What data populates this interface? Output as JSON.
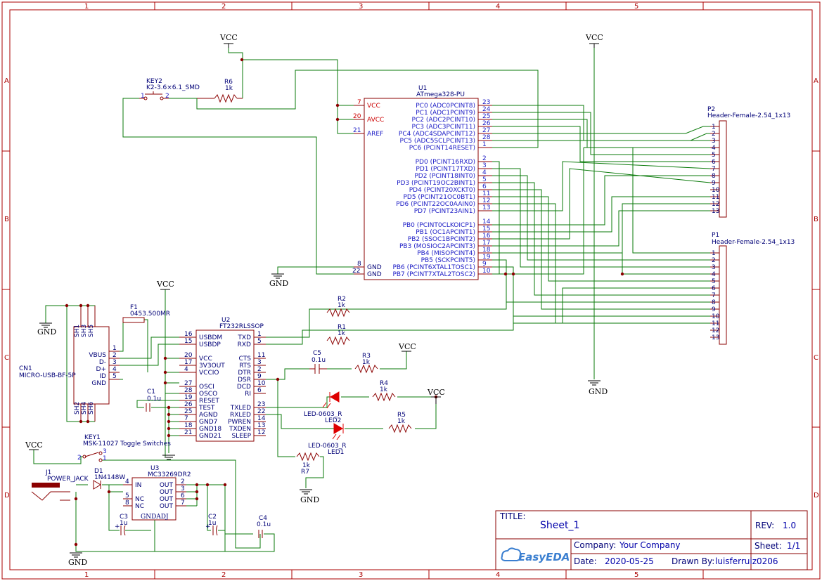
{
  "frame": {
    "columns": [
      "1",
      "2",
      "3",
      "4",
      "5"
    ],
    "rows": [
      "A",
      "B",
      "C",
      "D"
    ],
    "border_color": "#ab0000",
    "wire_color": "#0a7a0a",
    "part_color": "#8b0000",
    "pin_color": "#2121c7"
  },
  "nets": {
    "vcc": "VCC",
    "gnd": "GND"
  },
  "u1": {
    "ref": "U1",
    "value": "ATmega328-PU",
    "left_pins": [
      {
        "num": "7",
        "name": "VCC"
      },
      {
        "num": "20",
        "name": "AVCC"
      },
      {
        "num": "21",
        "name": "AREF"
      },
      {
        "num": "8",
        "name": "GND"
      },
      {
        "num": "22",
        "name": "GND"
      }
    ],
    "right_pins": [
      {
        "num": "23",
        "name": "PC0 (ADC0PCINT8)"
      },
      {
        "num": "24",
        "name": "PC1 (ADC1PCINT9)"
      },
      {
        "num": "25",
        "name": "PC2 (ADC2PCINT10)"
      },
      {
        "num": "26",
        "name": "PC3 (ADC3PCINT11)"
      },
      {
        "num": "27",
        "name": "PC4 (ADC4SDAPCINT12)"
      },
      {
        "num": "28",
        "name": "PC5 (ADC5SCLPCINT13)"
      },
      {
        "num": "1",
        "name": "PC6 (PCINT14RESET)"
      },
      {
        "num": "2",
        "name": "PD0 (PCINT16RXD)"
      },
      {
        "num": "3",
        "name": "PD1 (PCINT17TXD)"
      },
      {
        "num": "4",
        "name": "PD2 (PCINT18INT0)"
      },
      {
        "num": "5",
        "name": "PD3 (PCINT19OC2BINT1)"
      },
      {
        "num": "6",
        "name": "PD4 (PCINT20XCKT0)"
      },
      {
        "num": "11",
        "name": "PD5 (PCINT21OC0BT1)"
      },
      {
        "num": "12",
        "name": "PD6 (PCINT22OC0AAIN0)"
      },
      {
        "num": "13",
        "name": "PD7 (PCINT23AIN1)"
      },
      {
        "num": "14",
        "name": "PB0 (PCINT0CLKOICP1)"
      },
      {
        "num": "15",
        "name": "PB1 (OC1APCINT1)"
      },
      {
        "num": "16",
        "name": "PB2 (SSOC1BPCINT2)"
      },
      {
        "num": "17",
        "name": "PB3 (MOSIOC2APCINT3)"
      },
      {
        "num": "18",
        "name": "PB4 (MISOPCINT4)"
      },
      {
        "num": "19",
        "name": "PB5 (SCKPCINT5)"
      },
      {
        "num": "9",
        "name": "PB6 (PCINT6XTAL1TOSC1)"
      },
      {
        "num": "10",
        "name": "PB7 (PCINT7XTAL2TOSC2)"
      }
    ]
  },
  "u2": {
    "ref": "U2",
    "value": "FT232RLSSOP",
    "left_pins": [
      {
        "num": "16",
        "name": "USBDM"
      },
      {
        "num": "15",
        "name": "USBDP"
      },
      {
        "num": "20",
        "name": "VCC"
      },
      {
        "num": "17",
        "name": "3V3OUT"
      },
      {
        "num": "4",
        "name": "VCCIO"
      },
      {
        "num": "27",
        "name": "OSCI"
      },
      {
        "num": "28",
        "name": "OSCO"
      },
      {
        "num": "19",
        "name": "RESET"
      },
      {
        "num": "26",
        "name": "TEST"
      },
      {
        "num": "25",
        "name": "AGND"
      },
      {
        "num": "7",
        "name": "GND7"
      },
      {
        "num": "18",
        "name": "GND18"
      },
      {
        "num": "21",
        "name": "GND21"
      }
    ],
    "right_pins": [
      {
        "num": "1",
        "name": "TXD"
      },
      {
        "num": "5",
        "name": "RXD"
      },
      {
        "num": "11",
        "name": "CTS"
      },
      {
        "num": "3",
        "name": "RTS"
      },
      {
        "num": "2",
        "name": "DTR"
      },
      {
        "num": "9",
        "name": "DSR"
      },
      {
        "num": "10",
        "name": "DCD"
      },
      {
        "num": "6",
        "name": "RI"
      },
      {
        "num": "23",
        "name": "TXLED"
      },
      {
        "num": "22",
        "name": "RXLED"
      },
      {
        "num": "14",
        "name": "PWREN"
      },
      {
        "num": "13",
        "name": "TXDEN"
      },
      {
        "num": "12",
        "name": "SLEEP"
      }
    ]
  },
  "u3": {
    "ref": "U3",
    "value": "MC33269DR2",
    "left_pins": [
      {
        "num": "4",
        "name": "IN"
      },
      {
        "num": "5",
        "name": "NC"
      },
      {
        "num": "8",
        "name": "NC"
      }
    ],
    "right_pins": [
      {
        "num": "2",
        "name": "OUT"
      },
      {
        "num": "3",
        "name": "OUT"
      },
      {
        "num": "6",
        "name": "OUT"
      },
      {
        "num": "7",
        "name": "OUT"
      }
    ],
    "bottom": "GNDADJ"
  },
  "p1": {
    "ref": "P1",
    "value": "Header-Female-2.54_1x13",
    "pins": [
      "1",
      "2",
      "3",
      "4",
      "5",
      "6",
      "7",
      "8",
      "9",
      "10",
      "11",
      "12",
      "13"
    ]
  },
  "p2": {
    "ref": "P2",
    "value": "Header-Female-2.54_1x13",
    "pins": [
      "1",
      "2",
      "3",
      "4",
      "5",
      "6",
      "7",
      "8",
      "9",
      "10",
      "11",
      "12",
      "13"
    ]
  },
  "cn1": {
    "ref": "CN1",
    "value": "MICRO-USB-BF-5P",
    "pins": [
      {
        "num": "1",
        "name": "VBUS"
      },
      {
        "num": "2",
        "name": "D-"
      },
      {
        "num": "3",
        "name": "D+"
      },
      {
        "num": "4",
        "name": "ID"
      },
      {
        "num": "5",
        "name": "GND"
      }
    ],
    "shields_top": [
      "SH1",
      "SH3",
      "SH5"
    ],
    "shields_bottom": [
      "SH2",
      "SH4",
      "SH6"
    ]
  },
  "parts": {
    "key2": {
      "ref": "KEY2",
      "value": "K2-3.6×6.1_SMD",
      "pin1": "1",
      "pin2": "2"
    },
    "r6": {
      "ref": "R6",
      "value": "1k"
    },
    "r2": {
      "ref": "R2",
      "value": "1k"
    },
    "r1": {
      "ref": "R1",
      "value": "1k"
    },
    "r3": {
      "ref": "R3",
      "value": "1k"
    },
    "r4": {
      "ref": "R4",
      "value": "1k"
    },
    "r5": {
      "ref": "R5",
      "value": "1k"
    },
    "r7": {
      "ref": "R7",
      "value": "1k"
    },
    "c5": {
      "ref": "C5",
      "value": "0.1u"
    },
    "c1": {
      "ref": "C1",
      "value": "0.1u"
    },
    "c2": {
      "ref": "C2",
      "value": "1u"
    },
    "c3": {
      "ref": "C3",
      "value": "1u"
    },
    "c4": {
      "ref": "C4",
      "value": "0.1u"
    },
    "f1": {
      "ref": "F1",
      "value": "0453.500MR"
    },
    "led2": {
      "ref": "LED2",
      "value": "LED-0603_R"
    },
    "led1": {
      "ref": "LED1",
      "value": "LED-0603_R"
    },
    "key1": {
      "ref": "KEY1",
      "value": "MSK-11027 Toggle Switches",
      "pin1": "1",
      "pin2": "2",
      "pin3": "3"
    },
    "d1": {
      "ref": "D1",
      "value": "1N4148W"
    },
    "j1": {
      "ref": "J1",
      "value": "POWER_JACK"
    }
  },
  "title_block": {
    "title_label": "TITLE:",
    "title": "Sheet_1",
    "rev_label": "REV:",
    "rev": "1.0",
    "company_label": "Company:",
    "company": "Your Company",
    "sheet_label": "Sheet:",
    "sheet": "1/1",
    "date_label": "Date:",
    "date": "2020-05-25",
    "drawn_label": "Drawn By:",
    "drawn_by": "luisferruiz0206",
    "logo_text": "EasyEDA"
  }
}
